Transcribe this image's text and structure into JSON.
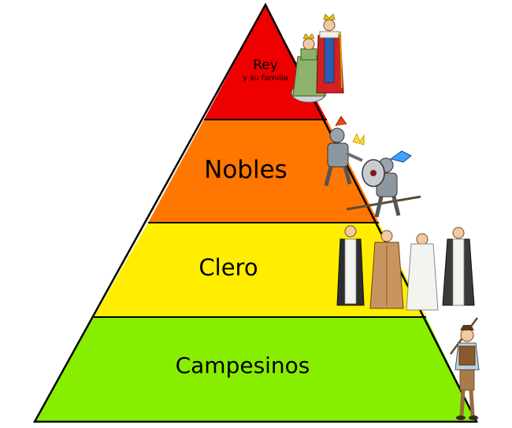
{
  "pyramid": {
    "tiers": [
      {
        "id": "rey",
        "label": "Rey",
        "sublabel": "y su familia",
        "color": "#ee0000",
        "figures": "king-and-queen"
      },
      {
        "id": "nobles",
        "label": "Nobles",
        "color": "#ff7700",
        "figures": "knights-fighting"
      },
      {
        "id": "clero",
        "label": "Clero",
        "color": "#ffee00",
        "figures": "monks"
      },
      {
        "id": "campesinos",
        "label": "Campesinos",
        "color": "#88ee00",
        "figures": "peasant"
      }
    ],
    "outline_color": "#000000"
  }
}
